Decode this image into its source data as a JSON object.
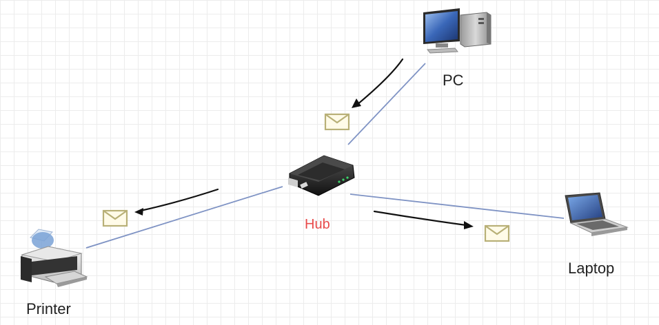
{
  "nodes": {
    "pc": {
      "label": "PC"
    },
    "hub": {
      "label": "Hub"
    },
    "printer": {
      "label": "Printer"
    },
    "laptop": {
      "label": "Laptop"
    }
  },
  "colors": {
    "connection": "#7f93c4",
    "hub_label": "#e84a4a",
    "node_label": "#222222",
    "envelope_fill": "#fffbe8",
    "envelope_stroke": "#b8b077",
    "arrow": "#111111"
  },
  "icons": {
    "pc": "desktop-computer-icon",
    "hub": "network-hub-icon",
    "printer": "inkjet-printer-icon",
    "laptop": "laptop-icon",
    "message": "envelope-icon"
  }
}
